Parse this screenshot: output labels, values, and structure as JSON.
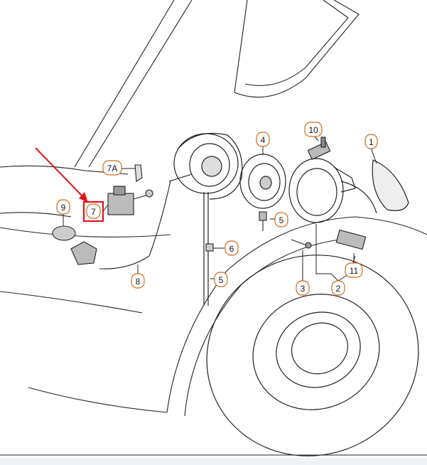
{
  "colors": {
    "line": "#222222",
    "callout": "#d26a1a",
    "highlight": "#e0141c",
    "arrow": "#e0141c",
    "footer": "#eef3f7"
  },
  "callouts": {
    "c1": "1",
    "c2": "2",
    "c3": "3",
    "c4": "4",
    "c5a": "5",
    "c5b": "5",
    "c6": "6",
    "c7": "7",
    "c7a": "7A",
    "c8": "8",
    "c9": "9",
    "c10": "10",
    "c11": "11"
  },
  "highlight": {
    "target": "7",
    "marker": "arrow"
  }
}
